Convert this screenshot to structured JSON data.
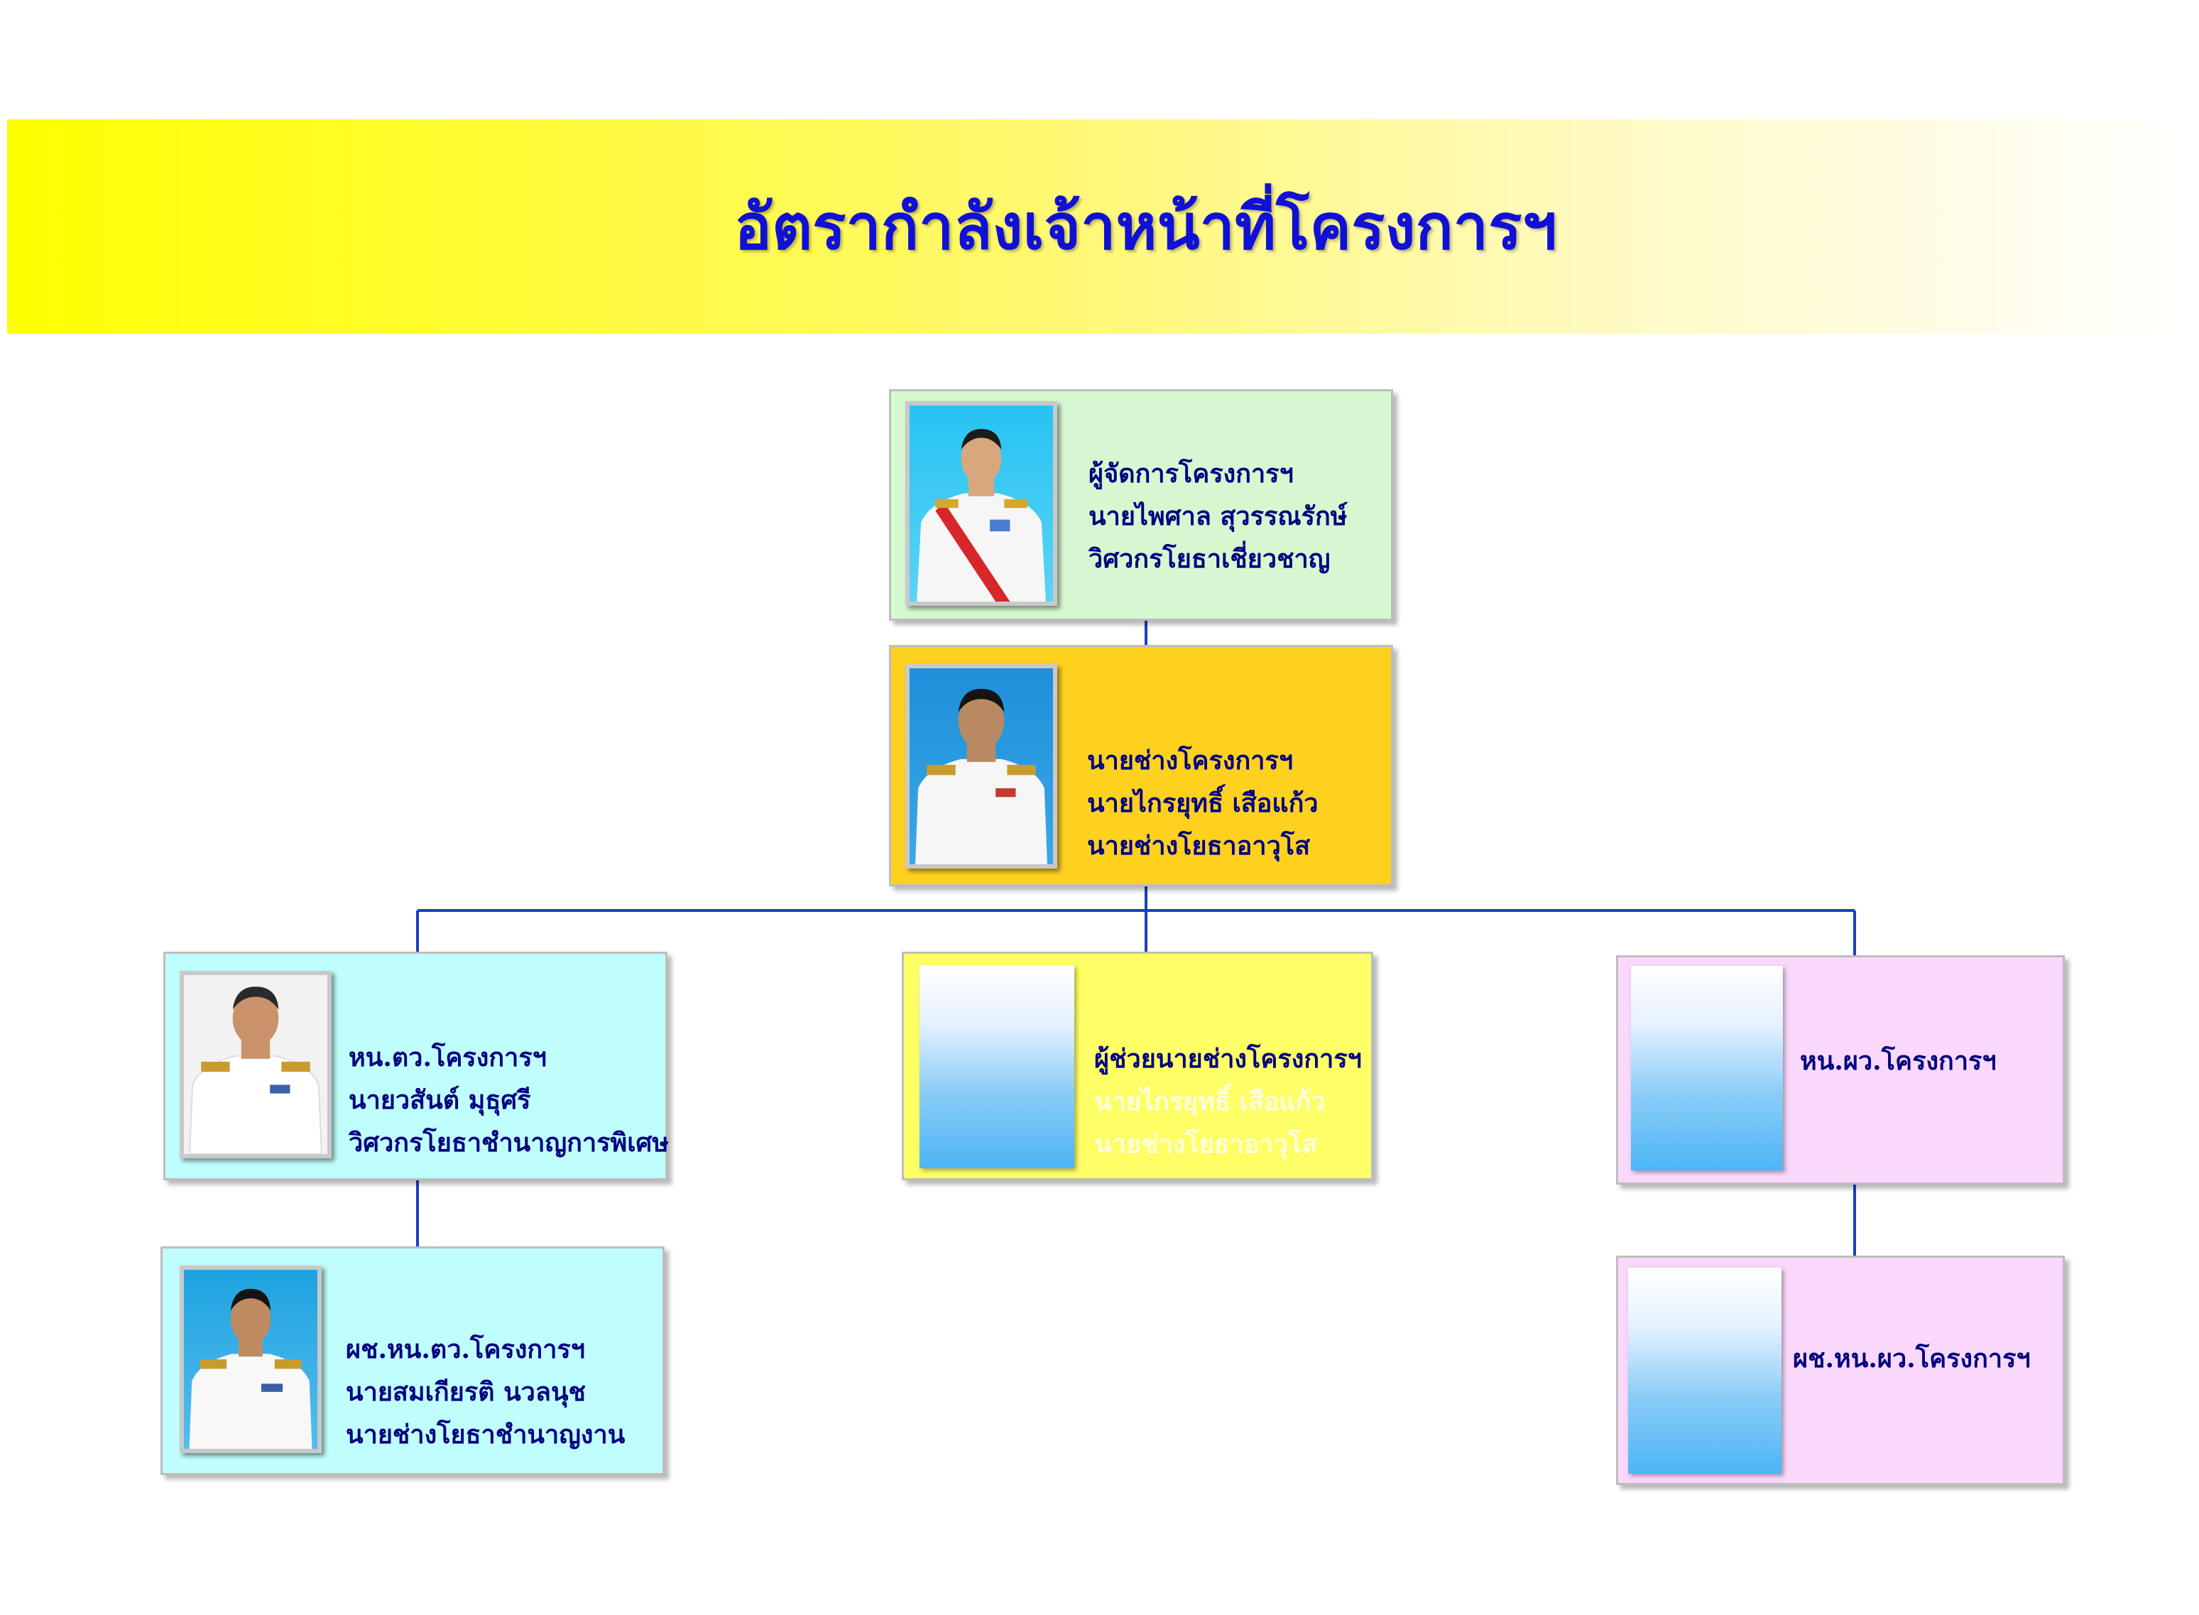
{
  "title": "อัตรากำลังเจ้าหน้าที่โครงการฯ",
  "colors": {
    "title_text": "#1010d6",
    "connector": "#1a3fbf",
    "manager_box": "#d6f8d0",
    "engineer_box": "#ffd11f",
    "survey_box": "#c0fefe",
    "assistant_box": "#ffff66",
    "maintenance_box": "#fad8fb",
    "text": "#000080"
  },
  "nodes": {
    "manager": {
      "lines": [
        "ผู้จัดการโครงการฯ",
        "นายไพศาล  สุวรรณรักษ์",
        "วิศวกรโยธาเชี่ยวชาญ"
      ]
    },
    "engineer": {
      "lines": [
        "นายช่างโครงการฯ",
        "นายไกรยุทธิ์  เสือแก้ว",
        "นายช่างโยธาอาวุโส"
      ]
    },
    "survey_head": {
      "lines": [
        "หน.ตว.โครงการฯ",
        "นายวสันต์  มุธุศรี",
        "วิศวกรโยธาชำนาญการพิเศษ"
      ]
    },
    "survey_assistant": {
      "lines": [
        "ผช.หน.ตว.โครงการฯ",
        "นายสมเกียรติ  นวลนุช",
        "นายช่างโยธาชำนาญงาน"
      ]
    },
    "assistant_engineer": {
      "lines": [
        "ผู้ช่วยนายช่างโครงการฯ",
        "นายไกรยุทธิ์  เสือแก้ว",
        "นายช่างโยธาอาวุโส"
      ]
    },
    "maintenance_head": {
      "lines": [
        "หน.ผว.โครงการฯ"
      ]
    },
    "maintenance_assistant": {
      "lines": [
        "ผช.หน.ผว.โครงการฯ"
      ]
    }
  }
}
